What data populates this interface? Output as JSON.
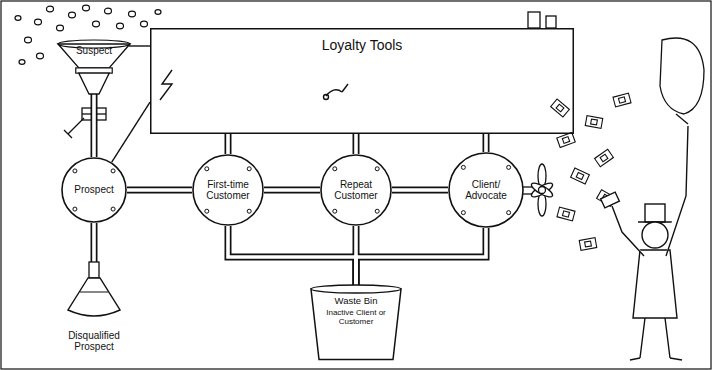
{
  "diagram": {
    "nodes": [
      {
        "text": [
          "Suspect"
        ]
      },
      {
        "text": [
          "Loyalty Tools"
        ]
      },
      {
        "text": [
          "Prospect"
        ]
      },
      {
        "text": [
          "First-time Customer"
        ]
      },
      {
        "text": [
          "Repeat Customer"
        ]
      },
      {
        "text": [
          "Client/ Advocate"
        ]
      },
      {
        "text": [
          "Waste Bin",
          "Inactive Client or Customer"
        ]
      },
      {
        "text": [
          "Disqualified Prospect"
        ]
      }
    ],
    "edges": [
      {
        "from": 0,
        "to": 2,
        "arrow": "none"
      },
      {
        "from": 2,
        "to": 7,
        "arrow": "none"
      },
      {
        "from": 1,
        "to": 0,
        "arrow": "none"
      },
      {
        "from": 1,
        "to": 2,
        "arrow": "none"
      },
      {
        "from": 2,
        "to": 3,
        "arrow": "none"
      },
      {
        "from": 3,
        "to": 4,
        "arrow": "none"
      },
      {
        "from": 4,
        "to": 5,
        "arrow": "none"
      },
      {
        "from": 1,
        "to": 3,
        "arrow": "none"
      },
      {
        "from": 1,
        "to": 4,
        "arrow": "none"
      },
      {
        "from": 1,
        "to": 5,
        "arrow": "none"
      },
      {
        "from": 3,
        "to": 6,
        "arrow": "none"
      },
      {
        "from": 4,
        "to": 6,
        "arrow": "none"
      },
      {
        "from": 5,
        "to": 6,
        "arrow": "none"
      }
    ]
  }
}
